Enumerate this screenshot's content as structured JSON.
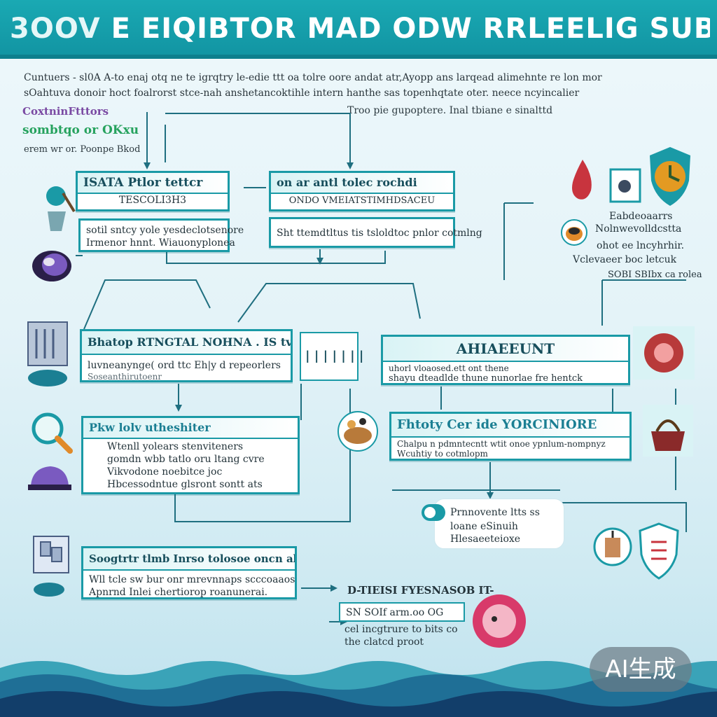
{
  "header": {
    "prefix": "3OOV",
    "title": "E EIQIBTOR MAD ODW RRLEELIG SUBSIDCY"
  },
  "intro": {
    "line1": "Cuntuers - sl0A A-to enaj otq ne te igrqtry le-edie ttt oa tolre oore andat atr,Ayopp ans larqead alimehnte re lon mor",
    "line2": "sOahtuva donoir hoct foalrorst stce-nah anshetancoktihle intern hanthe sas topenhqtate oter. neece ncyincalier"
  },
  "legend": {
    "a": "CoxtninFtttors",
    "b": "sombtqo or OKxu",
    "c": "erem wr or. Poonpe Bkod"
  },
  "note_top": "Troo pie gupoptere. Inal tbiane e sinalttd",
  "boxes": {
    "b1": {
      "title": "ISATA Ptlor tettcr",
      "subtitle": "TESCOLI3H3",
      "l1": "sotil sntcy yole yesdeclotsenore",
      "l2": "Irmenor hnnt. Wiauonyplonea"
    },
    "b2": {
      "title": "on ar antl tolec rochdi",
      "subtitle": "ONDO VMEIATSTIMHDSACEU",
      "l1": "Sht ttemdtltus tis tsloldtoc pnlor cotmlng"
    },
    "b3": {
      "title": "Bhatop RTNGTAL NOHNA . IS tvaut",
      "l1": "luvneanynge( ord ttc Eh|y d repeorlers",
      "l2": "Soseanthirutoenr"
    },
    "b4": {
      "title": "AHIAEEUNT",
      "l1": "uhorl vloaosed.ett ont thene",
      "l2": "shayu dteadlde thune nunorlae fre hentck"
    },
    "b5": {
      "title": "Pkw lolv utheshiter",
      "l1": "Wtenll yolears stenviteners",
      "l2": "gomdn wbb tatlo oru ltang cvre",
      "l3": "Vikvodone noebitce joc",
      "l4": "Hbcessodntue glsront sontt ats"
    },
    "b6": {
      "title": "Fhtoty Cer ide YORCINIORE",
      "l1": "Chalpu n pdmntecntt wtit onoe ypnlum-nompnyz",
      "l2": "Wcuhtiy to cotmlopm"
    },
    "b7": {
      "title": "Soogtrtr tlmb Inrso tolosoe oncn abmb!",
      "l1": "Wll tcle sw bur onr mrevnnaps scccoaaos",
      "l2": "Apnrnd Inlei chertiorop roanunerai."
    }
  },
  "right": {
    "l1": "Eabdeoaarrs",
    "l2": "Nolnwevolldcstta",
    "l3": "ohot ee lncyhrhir.",
    "l4": "Vclevaeer boc letcuk",
    "l5": "SOBI SBIbx ca rolea"
  },
  "floating": {
    "l1": "Prnnovente ltts ss",
    "l2": "loane eSinuih",
    "l3": "Hlesaeeteioxe"
  },
  "bottom": {
    "title": "D-TIEISI FYESNASOB IT-",
    "l1": "SN SOIf arm.oo OG",
    "l2": "cel incgtrure to bits co",
    "l3": "the clatcd proot"
  },
  "mini_grid": "| | | | | | |",
  "badge": "AI生成",
  "colors": {
    "primary": "#1a9aa6",
    "header": "#1aa9b3",
    "accent_purple": "#7a4aa3",
    "accent_green": "#26a25e",
    "accent_pink": "#d83a6a"
  }
}
